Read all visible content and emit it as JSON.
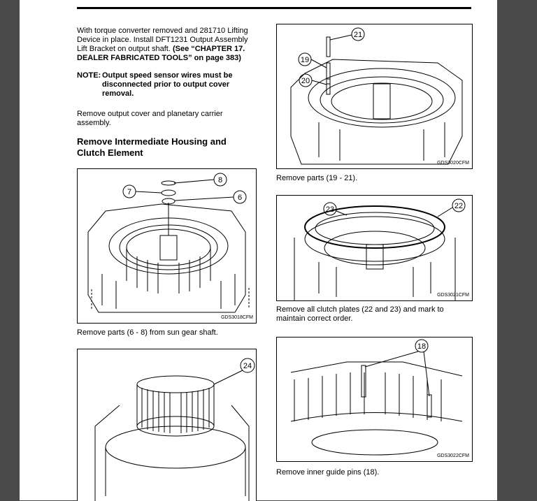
{
  "left": {
    "intro_line1": "With torque converter removed and 281710 Lifting",
    "intro_line2": "Device in place. Install DFT1231 Output Assembly",
    "intro_line3a": "Lift Bracket on output shaft. ",
    "intro_line3b": "(See “CHAPTER 17.",
    "intro_line4": "DEALER FABRICATED TOOLS” on page 383)",
    "note_label": "NOTE:",
    "note_line1": "Output speed sensor wires must be",
    "note_line2": "disconnected prior to output cover",
    "note_line3": "removal.",
    "remove_line1": "Remove output cover and planetary carrier",
    "remove_line2": "assembly.",
    "heading_line1": "Remove Intermediate Housing and",
    "heading_line2": "Clutch Element",
    "fig1_code": "GDS3018CFM",
    "fig1_callouts": [
      "8",
      "7",
      "6"
    ],
    "fig1_caption": "Remove parts (6 - 8) from sun gear shaft.",
    "fig2_callouts": [
      "24"
    ]
  },
  "right": {
    "fig1_callouts": [
      "21",
      "19",
      "20"
    ],
    "fig1_code": "GDS3020CFM",
    "fig1_caption": "Remove parts (19 - 21).",
    "fig2_callouts": [
      "23",
      "22"
    ],
    "fig2_code": "GDS3021CFM",
    "fig2_caption_line1": "Remove all clutch plates (22 and 23) and mark to",
    "fig2_caption_line2": "maintain correct order.",
    "fig3_callouts": [
      "18"
    ],
    "fig3_code": "GDS3022CFM",
    "fig3_caption": "Remove inner guide pins (18)."
  }
}
